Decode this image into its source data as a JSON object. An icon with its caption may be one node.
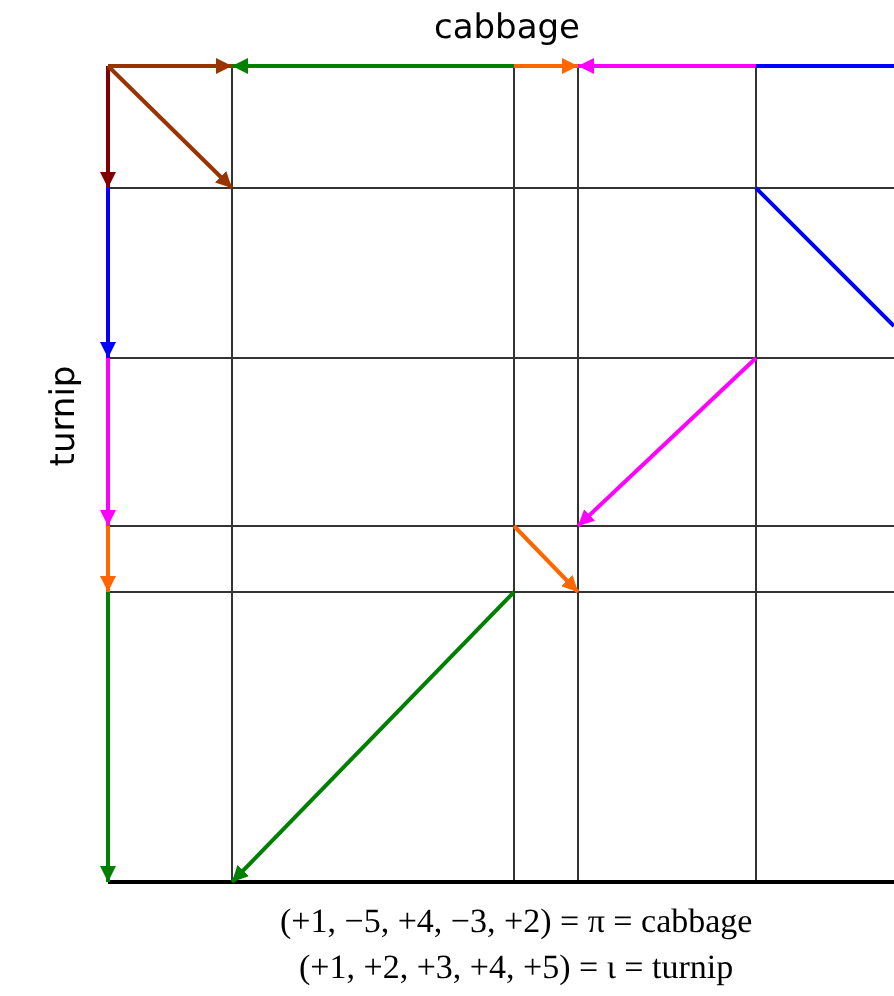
{
  "diagram": {
    "labels": [
      "cabbage",
      "turnip",
      "(+1, −5, +4, −3, +2) = π = cabbage",
      "(+1, +2, +3, +4, +5) = ι = turnip"
    ]
  }
}
